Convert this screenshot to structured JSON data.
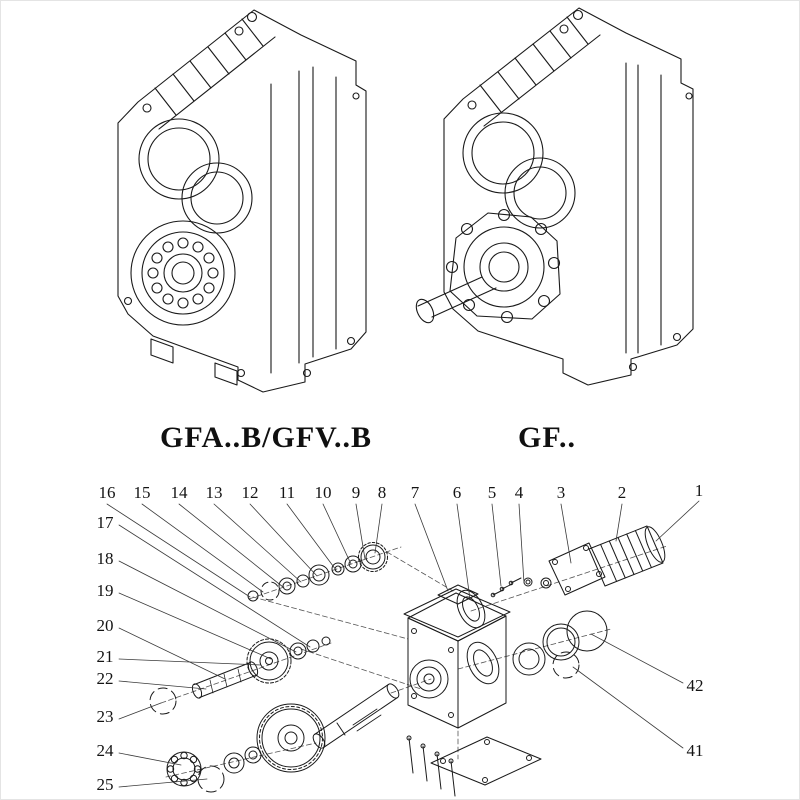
{
  "colors": {
    "ink": "#1a1a1a",
    "paper": "#ffffff",
    "leader": "#3a3a3a"
  },
  "models": {
    "left_label": "GFA..B/GFV..B",
    "right_label": "GF.."
  },
  "parts": {
    "top_row": [
      "16",
      "15",
      "14",
      "13",
      "12",
      "11",
      "10",
      "9",
      "8",
      "7",
      "6",
      "5",
      "4",
      "3",
      "2",
      "1"
    ],
    "left_column": [
      "17",
      "18",
      "19",
      "20",
      "21",
      "22",
      "23",
      "24",
      "25"
    ],
    "right_column": [
      "42",
      "41"
    ]
  }
}
